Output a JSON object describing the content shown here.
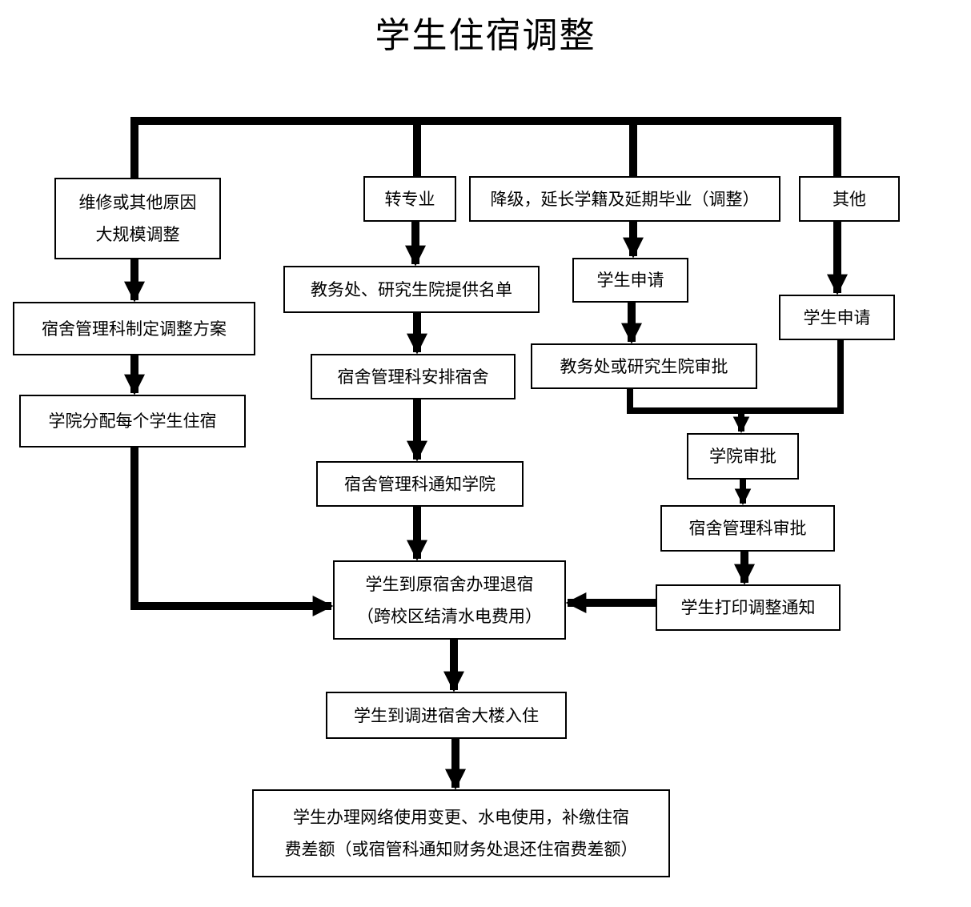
{
  "title": "学生住宿调整",
  "nodes": {
    "repair_reason": {
      "line1": "维修或其他原因",
      "line2": "大规模调整"
    },
    "major_change": "转专业",
    "degrade_extend": "降级，延长学籍及延期毕业（调整）",
    "other": "其他",
    "dorm_plan": "宿舍管理科制定调整方案",
    "college_assign": "学院分配每个学生住宿",
    "affairs_list": "教务处、研究生院提供名单",
    "dorm_arrange": "宿舍管理科安排宿舍",
    "dorm_notify_college": "宿舍管理科通知学院",
    "student_apply_1": "学生申请",
    "affairs_approve": "教务处或研究生院审批",
    "student_apply_2": "学生申请",
    "college_approve": "学院审批",
    "dorm_approve": "宿舍管理科审批",
    "print_notice": "学生打印调整通知",
    "checkout": {
      "line1": "学生到原宿舍办理退宿",
      "line2": "（跨校区结清水电费用）"
    },
    "move_in": "学生到调进宿舍大楼入住",
    "final": {
      "line1": "学生办理网络使用变更、水电使用，补缴住宿",
      "line2": "费差额（或宿管科通知财务处退还住宿费差额）"
    }
  }
}
